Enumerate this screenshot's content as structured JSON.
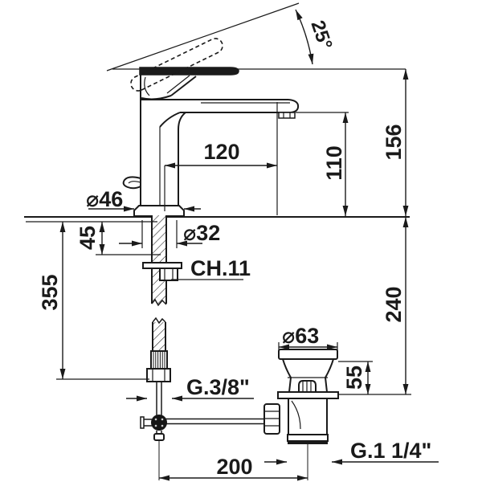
{
  "drawing": {
    "background": "#ffffff",
    "line_color": "#1a1a1a",
    "labels": {
      "handle_angle": "25°",
      "spout_reach": "120",
      "spout_height": "110",
      "total_height": "156",
      "base_diameter": "⌀46",
      "max_deck_thickness": "45",
      "hole_diameter": "⌀32",
      "wrench_size": "CH.11",
      "below_deck_length": "355",
      "below_deck_height": "240",
      "drain_flange_diameter": "⌀63",
      "drain_top_height": "55",
      "supply_thread": "G.3/8\"",
      "drain_thread": "G.1 1/4\"",
      "rod_to_drain_distance": "200"
    }
  }
}
